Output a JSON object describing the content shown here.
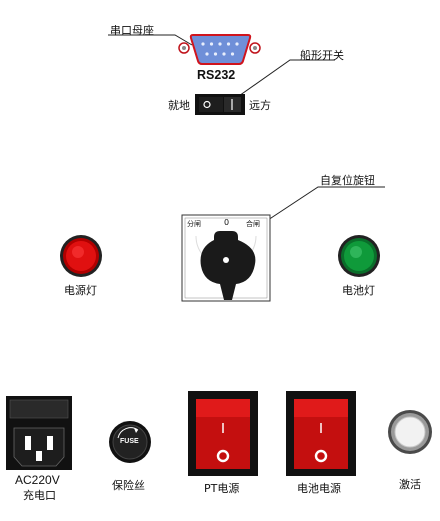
{
  "labels": {
    "serial_socket": "串口母座",
    "rs232": "RS232",
    "rocker_switch": "船形开关",
    "local": "就地",
    "remote": "远方",
    "reset_knob": "自复位旋钮",
    "knob_open": "分闸",
    "knob_zero": "0",
    "knob_close": "合闸",
    "power_lamp": "电源灯",
    "battery_lamp": "电池灯",
    "ac_voltage": "AC220V",
    "charge_port": "充电口",
    "fuse_text": "FUSE",
    "fuse_holder": "保险丝",
    "pt_power": "PT电源",
    "battery_power": "电池电源",
    "activate": "激活",
    "switch_one": "I",
    "switch_off": "O"
  },
  "colors": {
    "db9_blue": "#6f8fd8",
    "db9_border": "#d0141d",
    "lamp_red": "#e01010",
    "lamp_green": "#0f9a3a",
    "switch_red": "#e01a1a",
    "switch_frame": "#111111"
  }
}
